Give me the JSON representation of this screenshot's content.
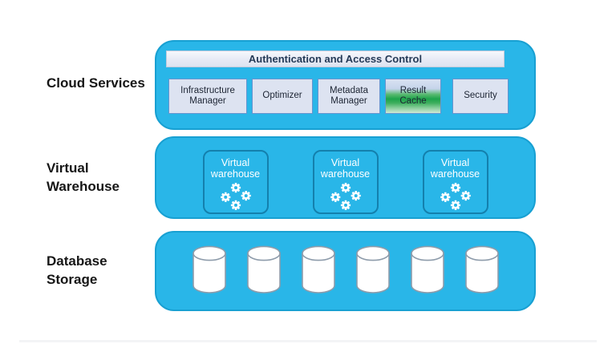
{
  "labels": {
    "cloud_services": "Cloud Services",
    "virtual_warehouse": "Virtual Warehouse",
    "database_storage": "Database Storage"
  },
  "cloud_services": {
    "auth_bar": "Authentication and Access Control",
    "services": [
      "Infrastructure Manager",
      "Optimizer",
      "Metadata Manager",
      "Result Cache",
      "Security"
    ]
  },
  "virtual_warehouse": {
    "items": [
      {
        "label": "Virtual warehouse",
        "icon": "gears-icon"
      },
      {
        "label": "Virtual warehouse",
        "icon": "gears-icon"
      },
      {
        "label": "Virtual warehouse",
        "icon": "gears-icon"
      }
    ]
  },
  "database_storage": {
    "cylinder_count": 6,
    "icon": "database-cylinder-icon"
  },
  "colors": {
    "layer_fill": "#29b6e8",
    "layer_border": "#18a0d2",
    "service_box_fill": "#dde3f1",
    "service_box_border": "#6694cf",
    "auth_bar_fill": "#e6eaf5",
    "result_cache_green": "#1ea44b",
    "warehouse_box_border": "#1480ad",
    "cylinder_fill": "#ffffff",
    "cylinder_stroke": "#8e9cab",
    "label_text": "#161616",
    "warehouse_text": "#ffffff"
  }
}
